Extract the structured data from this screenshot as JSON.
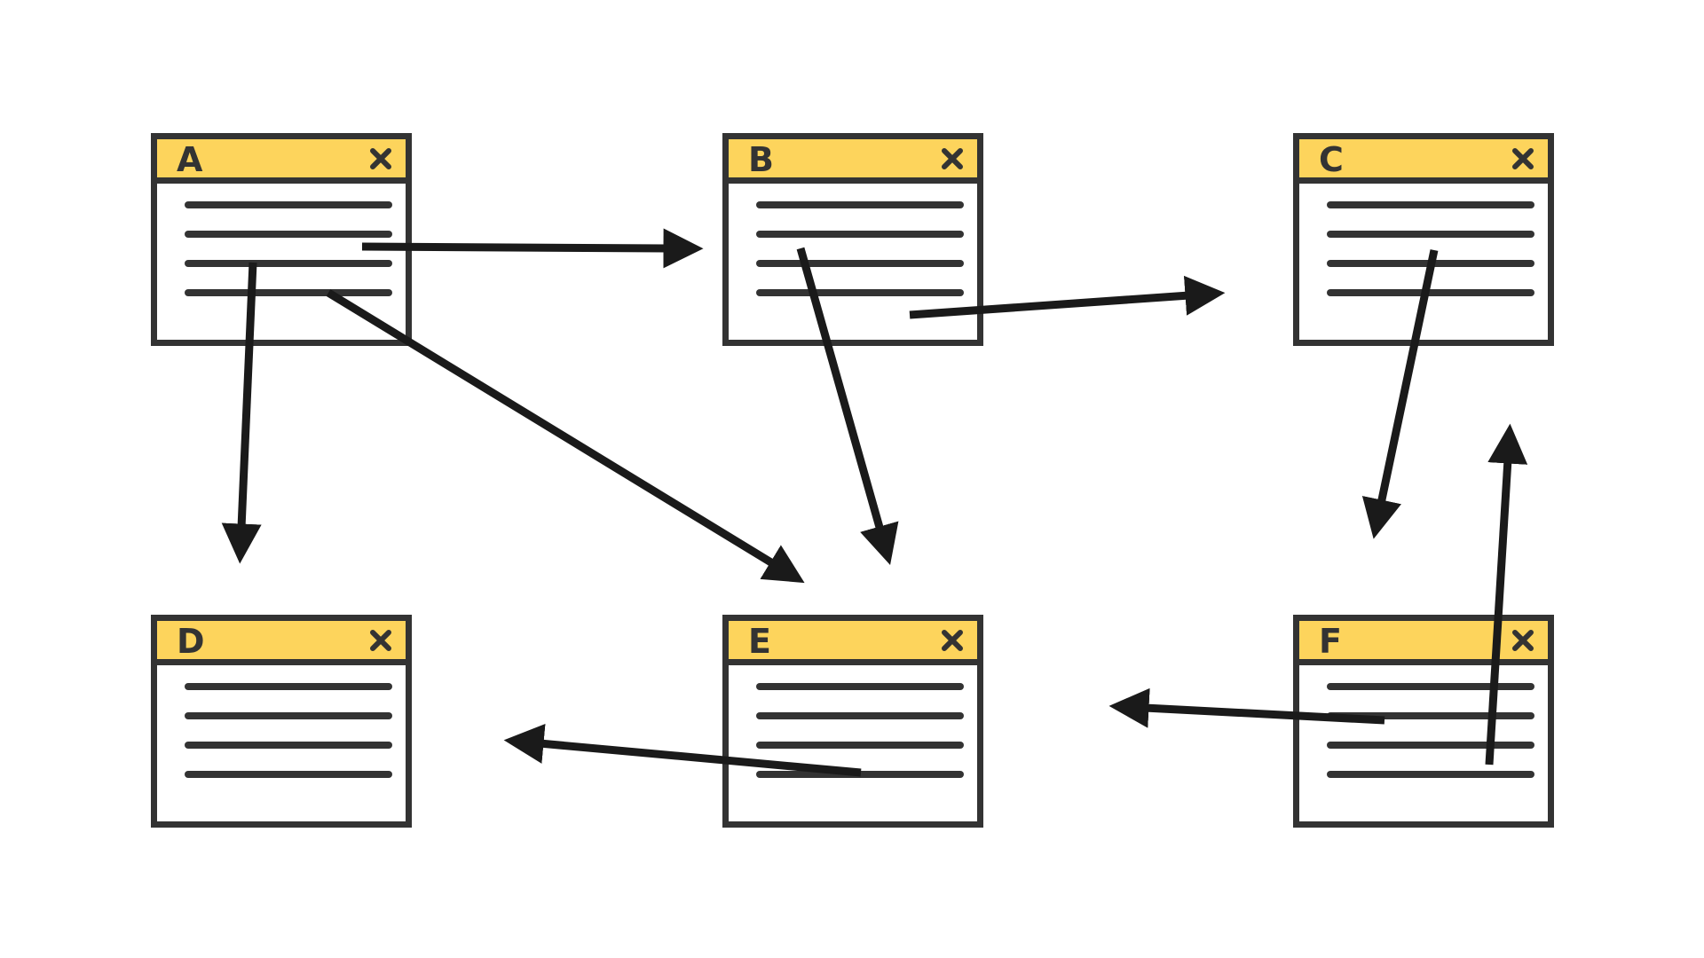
{
  "windows": [
    {
      "id": "a",
      "label": "A",
      "close_icon": "close-icon",
      "line_count": 4
    },
    {
      "id": "b",
      "label": "B",
      "close_icon": "close-icon",
      "line_count": 4
    },
    {
      "id": "c",
      "label": "C",
      "close_icon": "close-icon",
      "line_count": 4
    },
    {
      "id": "d",
      "label": "D",
      "close_icon": "close-icon",
      "line_count": 4
    },
    {
      "id": "e",
      "label": "E",
      "close_icon": "close-icon",
      "line_count": 4
    },
    {
      "id": "f",
      "label": "F",
      "close_icon": "close-icon",
      "line_count": 4
    }
  ],
  "arrows": [
    {
      "from": "A",
      "to": "B"
    },
    {
      "from": "A",
      "to": "D"
    },
    {
      "from": "A",
      "to": "E"
    },
    {
      "from": "B",
      "to": "C"
    },
    {
      "from": "B",
      "to": "E"
    },
    {
      "from": "C",
      "to": "F"
    },
    {
      "from": "E",
      "to": "D"
    },
    {
      "from": "F",
      "to": "E"
    },
    {
      "from": "F",
      "to": "C"
    }
  ],
  "colors": {
    "titlebar": "#FDD45C",
    "outline": "#333333",
    "arrow": "#1a1a1a",
    "background": "#FFFFFF"
  }
}
